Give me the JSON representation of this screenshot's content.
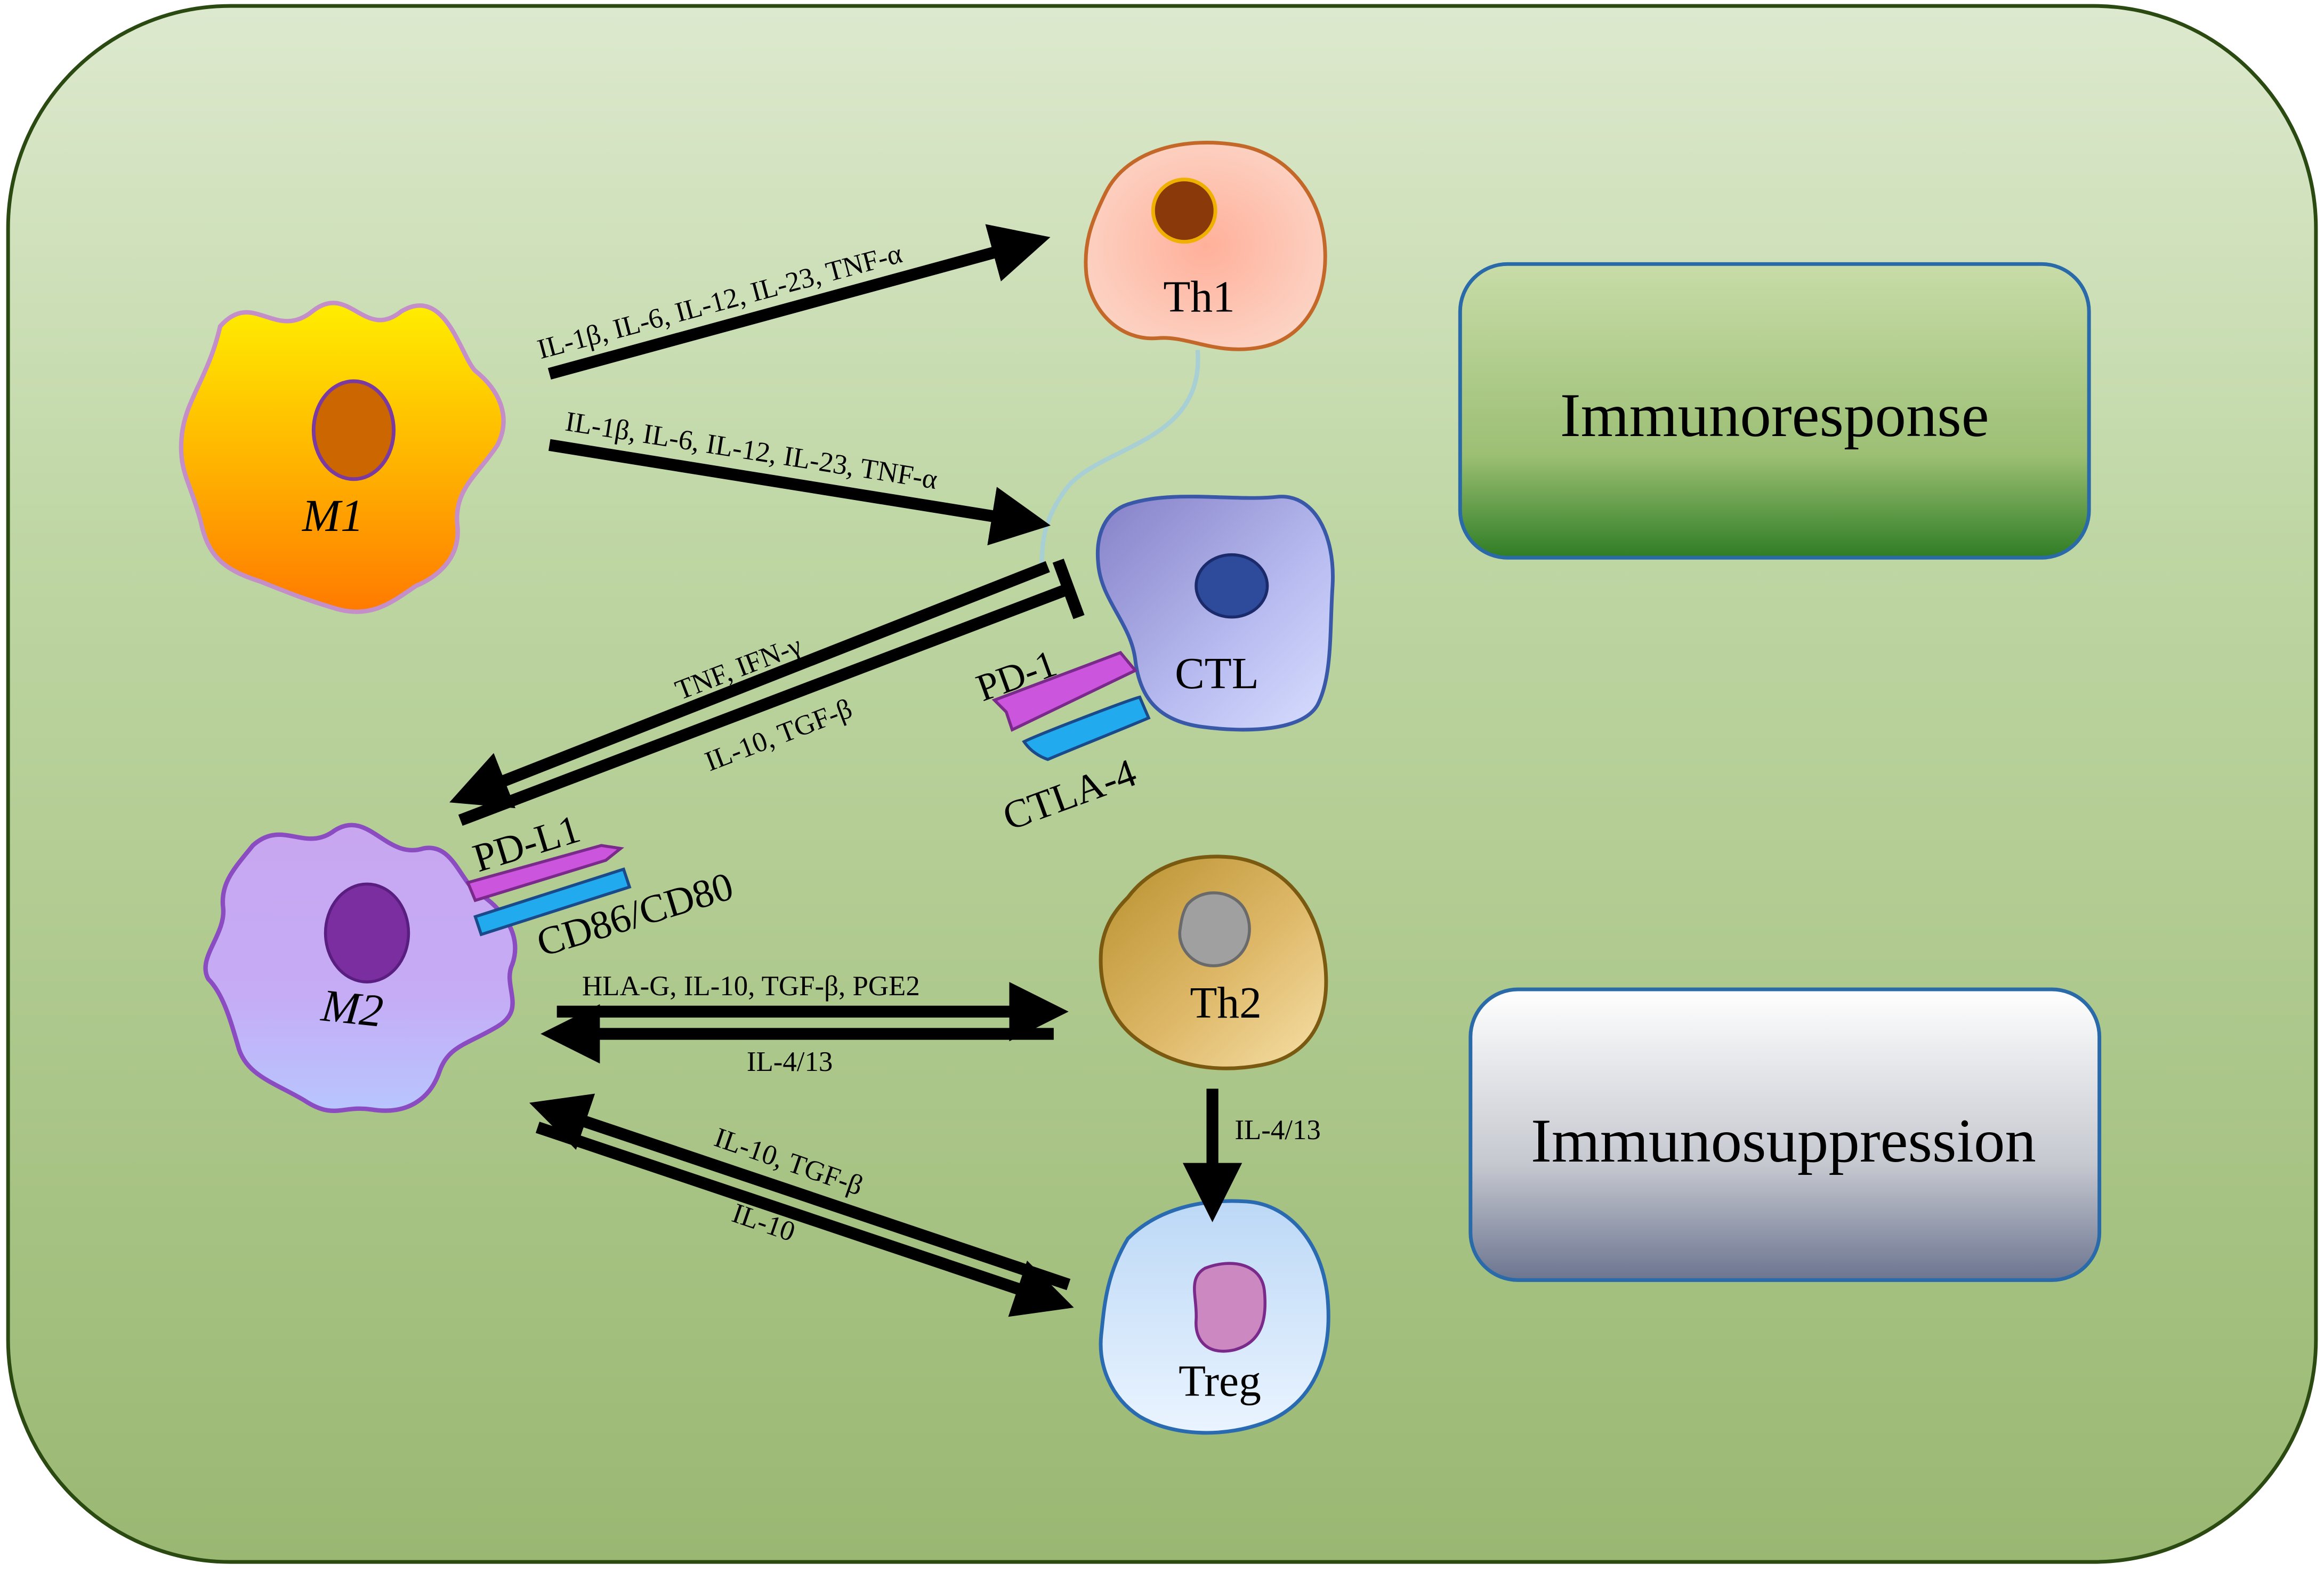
{
  "cells": {
    "m1": "M1",
    "m2": "M2",
    "th1": "Th1",
    "ctl": "CTL",
    "th2": "Th2",
    "treg": "Treg"
  },
  "molecules": {
    "pd1": "PD-1",
    "ctla4": "CTLA-4",
    "pdl1": "PD-L1",
    "cd86_cd80": "CD86/CD80"
  },
  "arrows": {
    "m1_to_th1": "IL-1β, IL-6, IL-12, IL-23, TNF-α",
    "m1_to_ctl": "IL-1β, IL-6, IL-12, IL-23, TNF-α",
    "ctl_to_m2": "TNF,   IFN-γ",
    "m2_inhibits_ctl": "IL-10, TGF-β",
    "m2_to_th2": "HLA-G, IL-10, TGF-β, PGE2",
    "th2_to_m2": "IL-4/13",
    "th2_to_treg": "IL-4/13",
    "treg_to_m2": "IL-10, TGF-β",
    "m2_to_treg": "IL-10"
  },
  "legend": {
    "immunoresponse": "Immunoresponse",
    "immunosuppression": "Immunosuppression"
  },
  "colors": {
    "background_top": "#dce8cc",
    "background_bottom": "#9ab872",
    "immunoresponse_box": "#3f8a2e",
    "immunosuppression_box": "#757d96"
  }
}
